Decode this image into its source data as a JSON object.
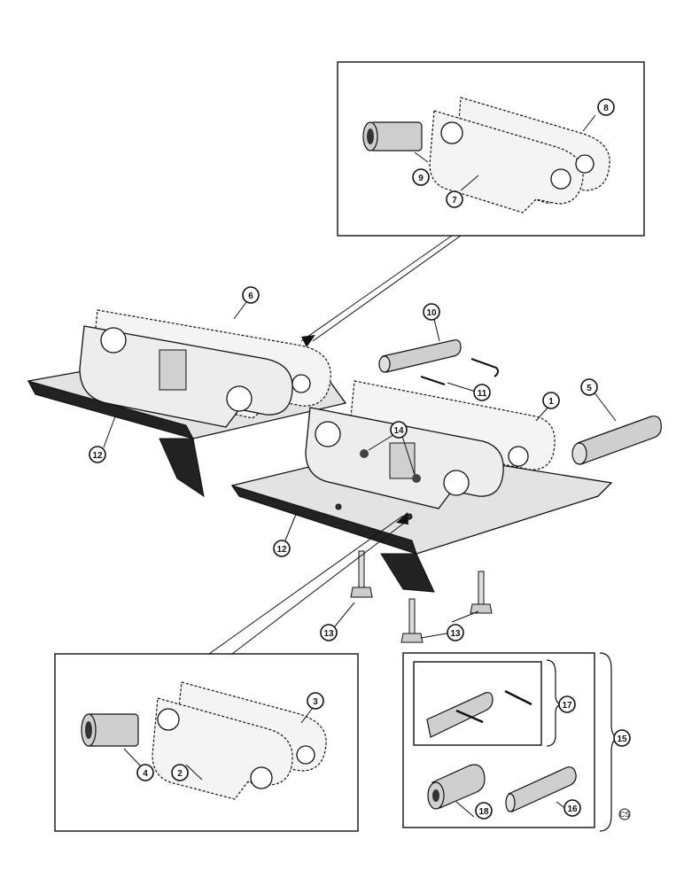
{
  "callouts": [
    {
      "id": "c1",
      "label": "1"
    },
    {
      "id": "c2",
      "label": "2"
    },
    {
      "id": "c3",
      "label": "3"
    },
    {
      "id": "c4",
      "label": "4"
    },
    {
      "id": "c5",
      "label": "5"
    },
    {
      "id": "c6",
      "label": "6"
    },
    {
      "id": "c7",
      "label": "7"
    },
    {
      "id": "c8",
      "label": "8"
    },
    {
      "id": "c9",
      "label": "9"
    },
    {
      "id": "c10",
      "label": "10"
    },
    {
      "id": "c11",
      "label": "11"
    },
    {
      "id": "c12a",
      "label": "12"
    },
    {
      "id": "c12b",
      "label": "12"
    },
    {
      "id": "c13a",
      "label": "13"
    },
    {
      "id": "c13b",
      "label": "13"
    },
    {
      "id": "c14",
      "label": "14"
    },
    {
      "id": "c15",
      "label": "15"
    },
    {
      "id": "c16",
      "label": "16"
    },
    {
      "id": "c17",
      "label": "17"
    },
    {
      "id": "c18",
      "label": "18"
    }
  ],
  "corner_mark": "CS"
}
